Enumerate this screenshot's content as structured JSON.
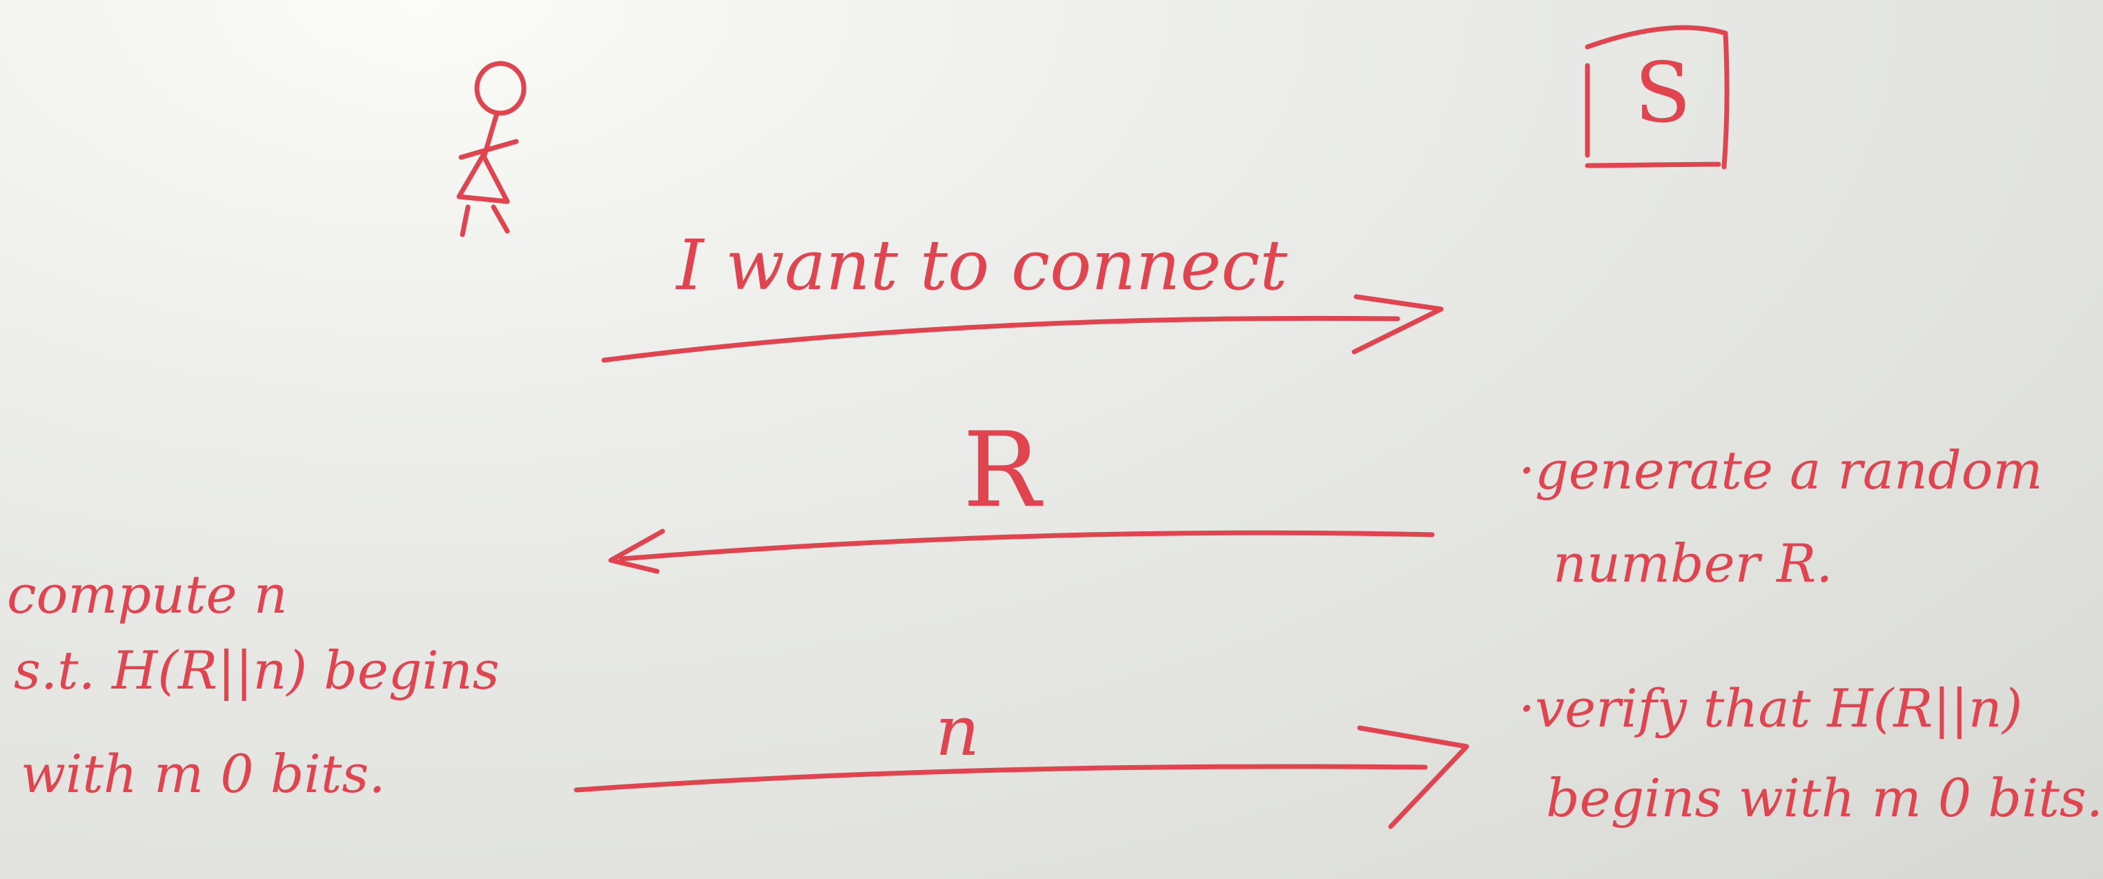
{
  "colors": {
    "ink": "#e0454f",
    "board": "#e6e7e3"
  },
  "actors": {
    "client": {
      "icon": "stick-figure-icon"
    },
    "server": {
      "label": "S",
      "icon": "server-box-icon"
    }
  },
  "messages": {
    "connect": "I want to connect",
    "challenge": "R",
    "response": "n"
  },
  "notes": {
    "server_generate": [
      "·generate a random",
      "number R."
    ],
    "client_compute": [
      "compute n",
      "s.t. H(R||n) begins",
      "with m 0 bits."
    ],
    "server_verify": [
      "·verify that H(R||n)",
      "begins with m 0 bits."
    ]
  }
}
